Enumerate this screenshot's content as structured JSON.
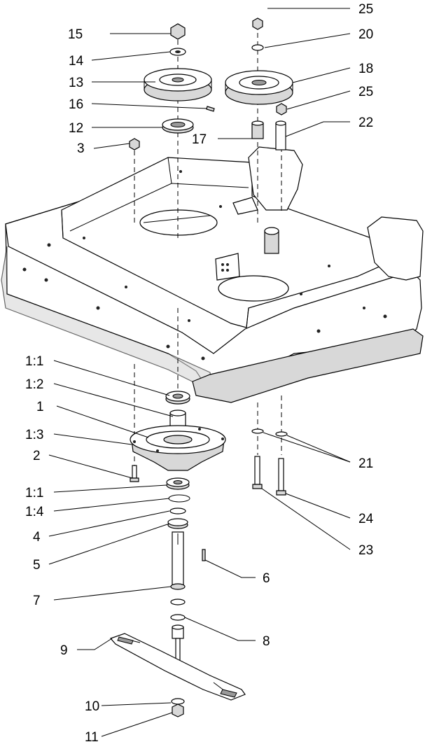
{
  "diagram": {
    "type": "exploded-parts-view",
    "callouts": [
      {
        "id": "25_top",
        "text": "25"
      },
      {
        "id": "15",
        "text": "15"
      },
      {
        "id": "20",
        "text": "20"
      },
      {
        "id": "14",
        "text": "14"
      },
      {
        "id": "18",
        "text": "18"
      },
      {
        "id": "13",
        "text": "13"
      },
      {
        "id": "25_mid",
        "text": "25"
      },
      {
        "id": "16",
        "text": "16"
      },
      {
        "id": "12",
        "text": "12"
      },
      {
        "id": "22",
        "text": "22"
      },
      {
        "id": "17",
        "text": "17"
      },
      {
        "id": "3",
        "text": "3"
      },
      {
        "id": "1_1_top",
        "text": "1:1"
      },
      {
        "id": "1_2",
        "text": "1:2"
      },
      {
        "id": "1",
        "text": "1"
      },
      {
        "id": "1_3",
        "text": "1:3"
      },
      {
        "id": "2",
        "text": "2"
      },
      {
        "id": "21",
        "text": "21"
      },
      {
        "id": "1_1_bot",
        "text": "1:1"
      },
      {
        "id": "1_4",
        "text": "1:4"
      },
      {
        "id": "24",
        "text": "24"
      },
      {
        "id": "4",
        "text": "4"
      },
      {
        "id": "23",
        "text": "23"
      },
      {
        "id": "5",
        "text": "5"
      },
      {
        "id": "6",
        "text": "6"
      },
      {
        "id": "7",
        "text": "7"
      },
      {
        "id": "8",
        "text": "8"
      },
      {
        "id": "9",
        "text": "9"
      },
      {
        "id": "10",
        "text": "10"
      },
      {
        "id": "11",
        "text": "11"
      }
    ]
  }
}
